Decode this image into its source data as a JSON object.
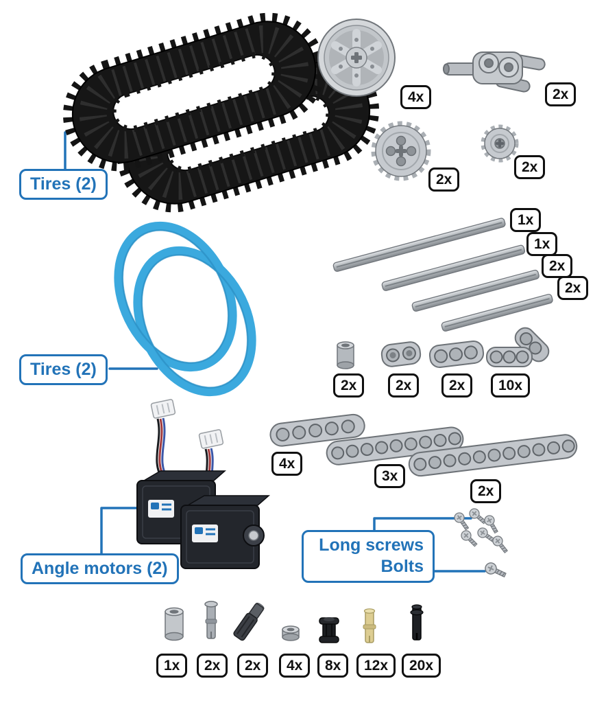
{
  "colors": {
    "accent_blue": "#2273B8",
    "tire_blue": "#3BA9DE",
    "badge_border": "#101010"
  },
  "callouts": {
    "tires_top": "Tires (2)",
    "tires_mid": "Tires (2)",
    "angle_motors": "Angle motors (2)",
    "long_screws": "Long screws",
    "bolts": "Bolts"
  },
  "quantities": {
    "wheel_hub": "4x",
    "steering_block": "2x",
    "gear_large": "2x",
    "gear_small": "2x",
    "axle_extra_long": "1x",
    "axle_long": "1x",
    "axle_medium": "2x",
    "axle_short": "2x",
    "round_spacer": "2x",
    "beam_2_hole": "2x",
    "beam_3_hole": "2x",
    "angle_beam": "10x",
    "beam_5_hole": "4x",
    "beam_9_hole": "3x",
    "beam_11_hole": "2x",
    "barrel_spacer": "1x",
    "long_pin_gray": "2x",
    "axle_coupler": "2x",
    "half_bushing": "4x",
    "black_bushing": "8x",
    "tan_pin": "12x",
    "black_pin": "20x"
  }
}
